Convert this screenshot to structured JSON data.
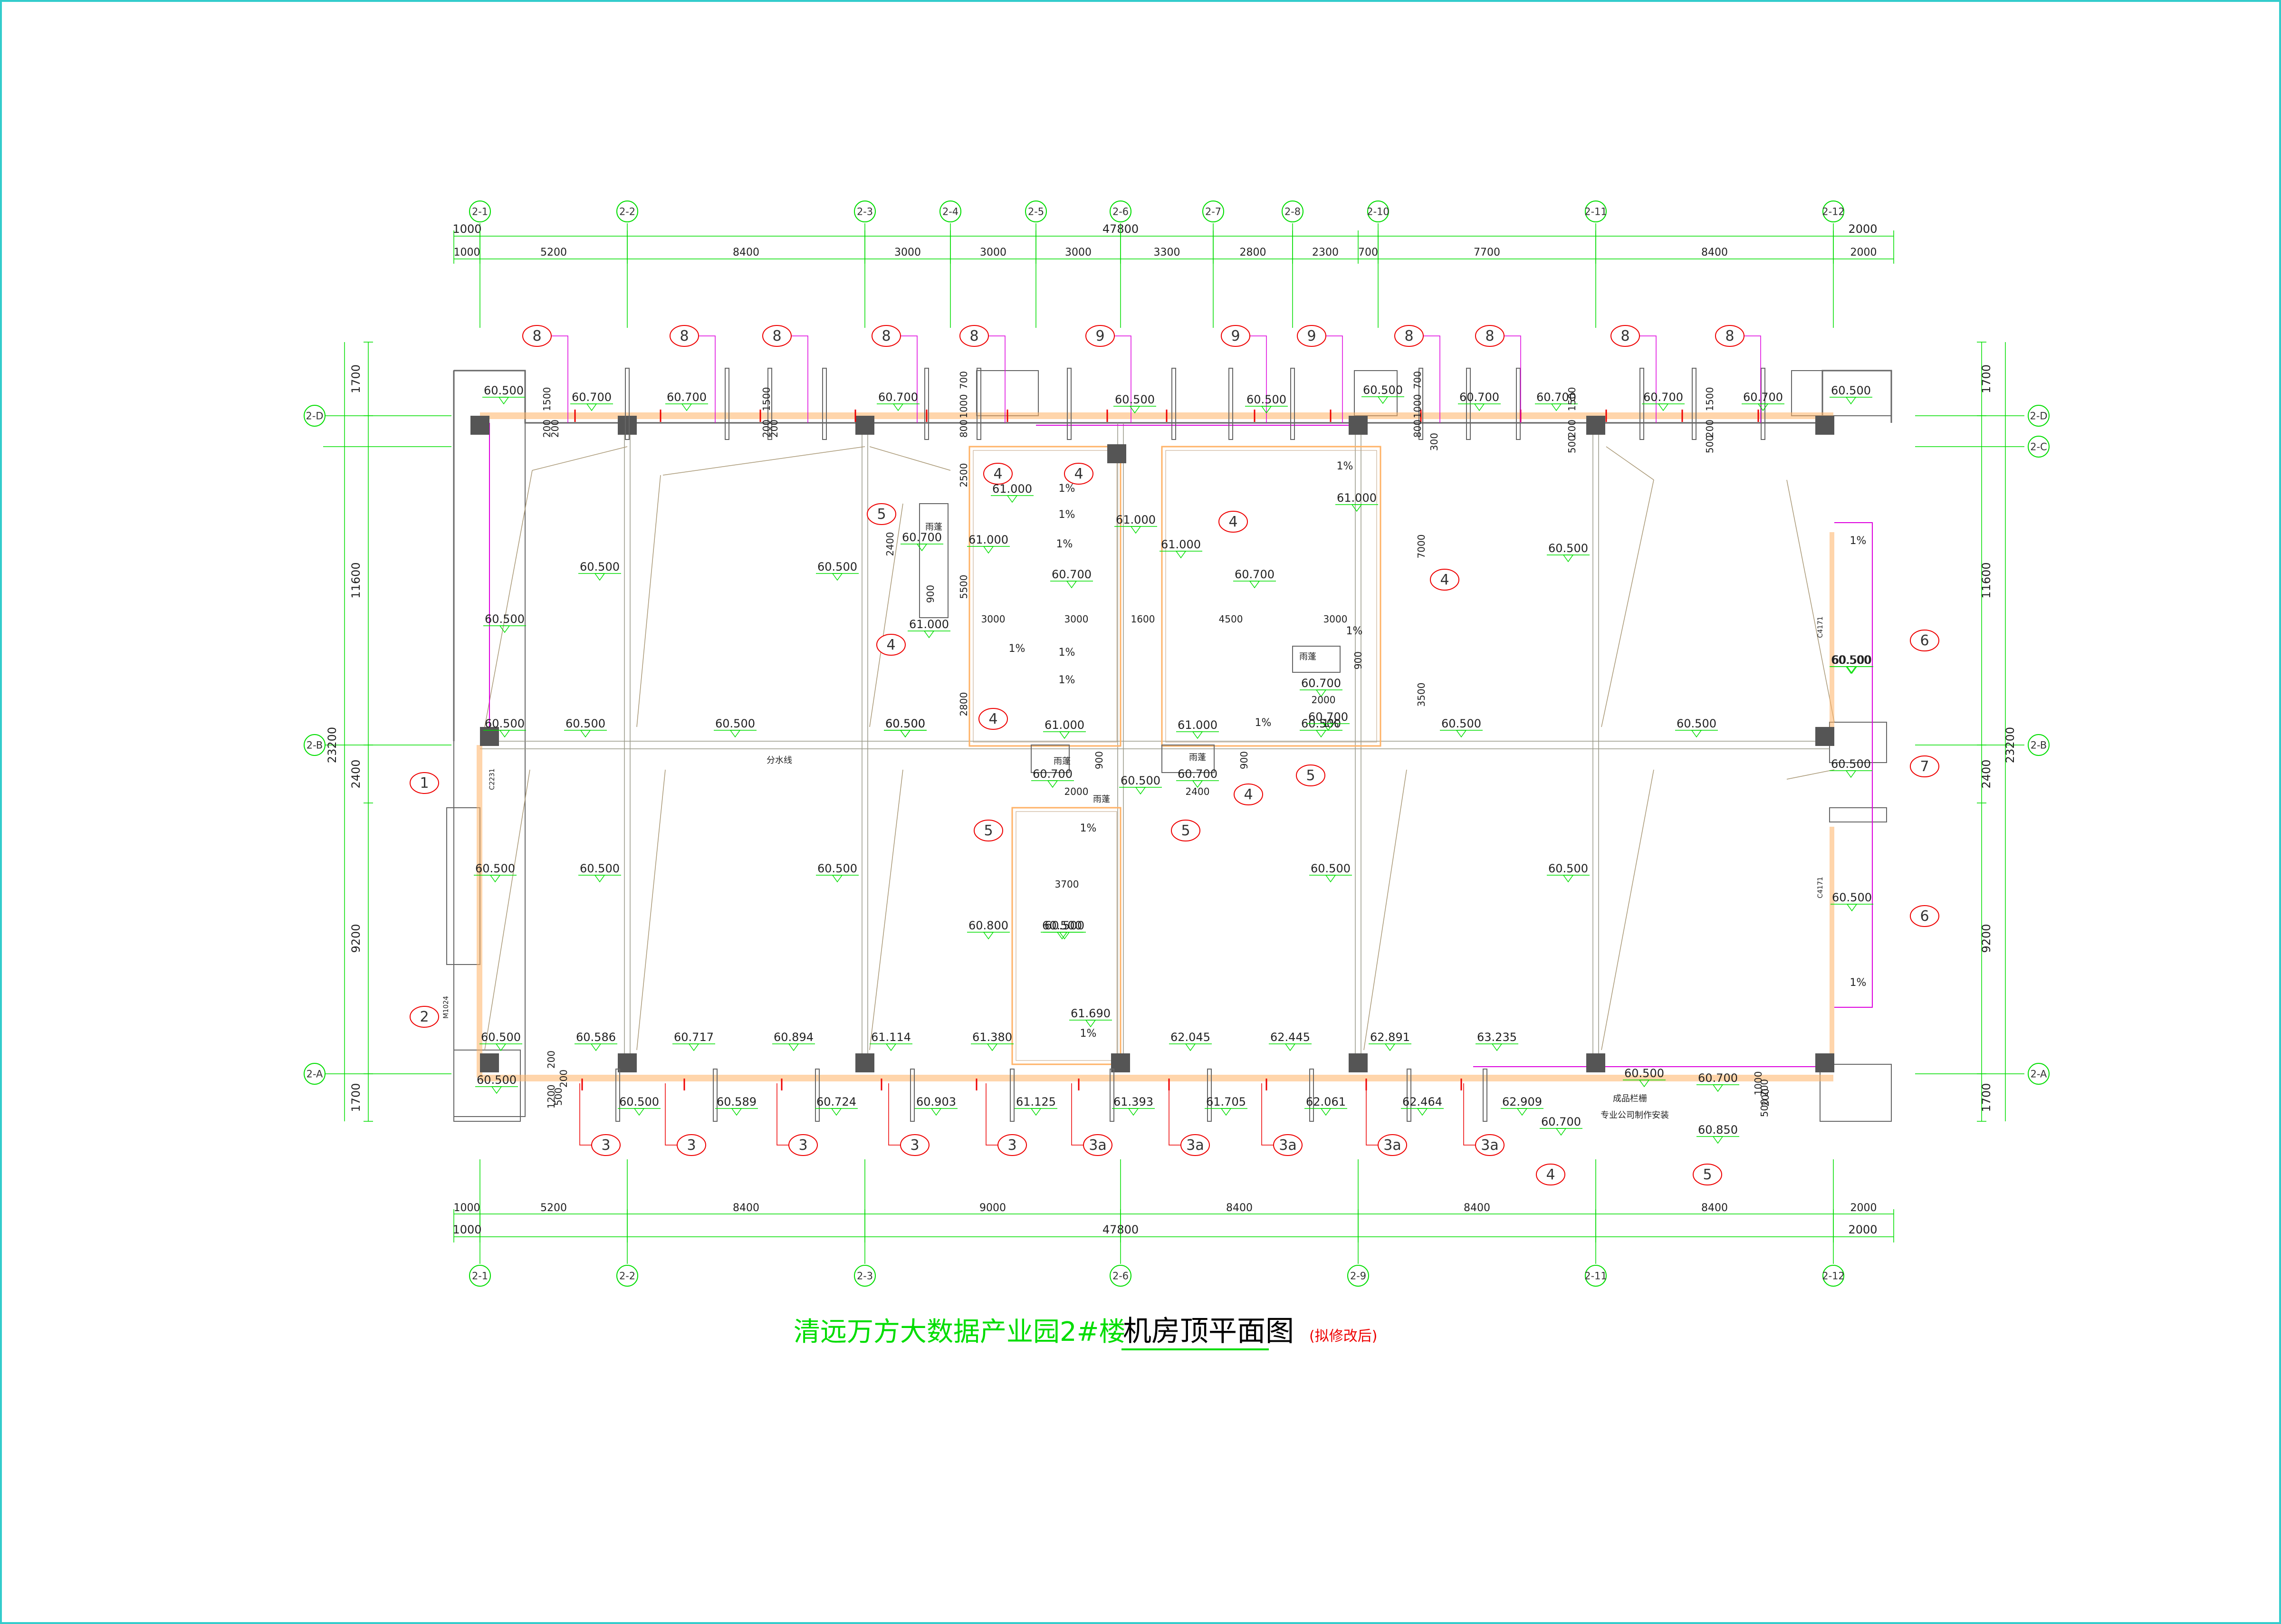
{
  "title": {
    "project": "清远万方大数据产业园2#楼",
    "drawing": "机房顶平面图",
    "note": "(拟修改后)"
  },
  "colors": {
    "frame": "#33cccc",
    "grid": "#00dd00",
    "wall": "#666666",
    "beam": "#ffb266",
    "magenta": "#dd00dd",
    "red": "#ee0000",
    "title_green": "#00dd00",
    "title_black": "#000000"
  },
  "axes_top": [
    "2-1",
    "2-2",
    "2-3",
    "2-4",
    "2-5",
    "2-6",
    "2-7",
    "2-8",
    "2-10",
    "2-11",
    "2-12"
  ],
  "axes_bottom": [
    "2-1",
    "2-2",
    "2-3",
    "2-6",
    "2-9",
    "2-11",
    "2-12"
  ],
  "axes_rows": [
    "2-D",
    "2-C",
    "2-B",
    "2-A"
  ],
  "dims": {
    "top_total": "47800",
    "top_left": "1000",
    "top_right": "2000",
    "top_segments": [
      "1000",
      "5200",
      "8400",
      "3000",
      "3000",
      "3000",
      "3300",
      "2800",
      "2300",
      "700",
      "7700",
      "8400",
      "2000"
    ],
    "bottom_segments": [
      "1000",
      "5200",
      "8400",
      "9000",
      "8400",
      "8400",
      "8400",
      "2000"
    ],
    "bottom_total": "47800",
    "bottom_left": "1000",
    "bottom_right": "2000",
    "left_chain": [
      "1700",
      "11600",
      "2400",
      "9200",
      "1700"
    ],
    "left_total": "23200",
    "right_chain": [
      "1700",
      "11600",
      "2400",
      "9200",
      "1700"
    ],
    "right_total": "23200",
    "vertical_small": [
      "1500",
      "200",
      "200",
      "1500",
      "200",
      "200",
      "700",
      "1000",
      "800",
      "700",
      "1000",
      "800",
      "300",
      "1500",
      "200",
      "500",
      "1500",
      "200",
      "500"
    ],
    "interior": [
      "2500",
      "2400",
      "5500",
      "900",
      "2800",
      "3000",
      "3000",
      "1600",
      "4500",
      "3000",
      "7000",
      "3500",
      "2000",
      "900",
      "2000",
      "2400",
      "900",
      "900",
      "3700",
      "200",
      "1200",
      "500",
      "200",
      "1000",
      "500",
      "200",
      "200"
    ]
  },
  "elevations": {
    "top_row": [
      "60.500",
      "60.700",
      "60.700",
      "60.700",
      "60.500",
      "60.500",
      "60.500",
      "60.700",
      "60.700",
      "60.700",
      "60.700",
      "60.500"
    ],
    "main": [
      "60.500",
      "60.500",
      "60.500",
      "60.500",
      "60.500",
      "60.500",
      "60.500",
      "60.500",
      "60.500",
      "60.500",
      "60.500",
      "60.500",
      "60.500",
      "60.500",
      "60.500",
      "60.500",
      "60.500",
      "60.500",
      "60.500",
      "60.500",
      "60.500"
    ],
    "core": [
      "61.000",
      "61.000",
      "61.000",
      "61.000",
      "61.000",
      "61.000",
      "61.000",
      "61.000",
      "60.700",
      "60.700",
      "60.700",
      "60.700",
      "60.700",
      "60.700",
      "60.700",
      "60.800",
      "60.500",
      "61.690"
    ],
    "bottom_top": [
      "60.500",
      "60.586",
      "60.717",
      "60.894",
      "61.114",
      "61.380",
      "62.045",
      "62.445",
      "62.891",
      "63.235"
    ],
    "bottom_bot": [
      "60.500",
      "60.589",
      "60.724",
      "60.903",
      "61.125",
      "61.393",
      "61.705",
      "62.061",
      "62.464",
      "62.909"
    ],
    "right_side": [
      "60.500",
      "60.700",
      "60.700",
      "60.850",
      "60.500",
      "60.500"
    ]
  },
  "slopes": [
    "1%",
    "1%",
    "1%",
    "1%",
    "1%",
    "1%",
    "1%",
    "1%",
    "1%",
    "1%",
    "1%",
    "1%",
    "1%",
    "1%"
  ],
  "tags_top": [
    "8",
    "8",
    "8",
    "8",
    "8",
    "9",
    "9",
    "9",
    "8",
    "8",
    "8",
    "8"
  ],
  "tags_bottom": [
    "3",
    "3",
    "3",
    "3",
    "3",
    "3a",
    "3a",
    "3a",
    "3a",
    "3a"
  ],
  "tags_left": [
    "1",
    "2"
  ],
  "tags_right": [
    "6",
    "7",
    "6"
  ],
  "tags_bottom_right": [
    "4",
    "5"
  ],
  "tags_core": [
    "4",
    "4",
    "4",
    "4",
    "4",
    "4",
    "5",
    "5",
    "5",
    "5",
    "4"
  ],
  "labels": {
    "fenshuixian": "分水线",
    "yupeng": [
      "雨蓬",
      "雨蓬",
      "雨蓬",
      "雨蓬",
      "雨蓬"
    ],
    "bottom_note1": "成品栏栅",
    "bottom_note2": "专业公司制作安装",
    "small_codes": [
      "C2231",
      "M1024",
      "C4171",
      "C4171"
    ]
  }
}
